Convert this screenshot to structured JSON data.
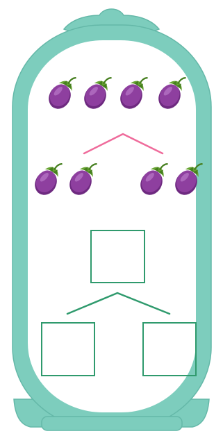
{
  "colors": {
    "frame": "#7dcdbd",
    "frame_edge": "#64b8a8",
    "panel": "#ffffff",
    "eggplant_body": "#8e3f9f",
    "eggplant_shadow": "#6e2a80",
    "eggplant_highlight": "#b676c6",
    "leaf": "#6aa534",
    "leaf_dark": "#467f1f",
    "pink_line": "#ef6b9b",
    "green_line": "#2f9a6d"
  },
  "icons": {
    "eggplant": "eggplant-icon"
  },
  "counts": {
    "top_row": 4,
    "left_group": 2,
    "right_group": 2
  }
}
